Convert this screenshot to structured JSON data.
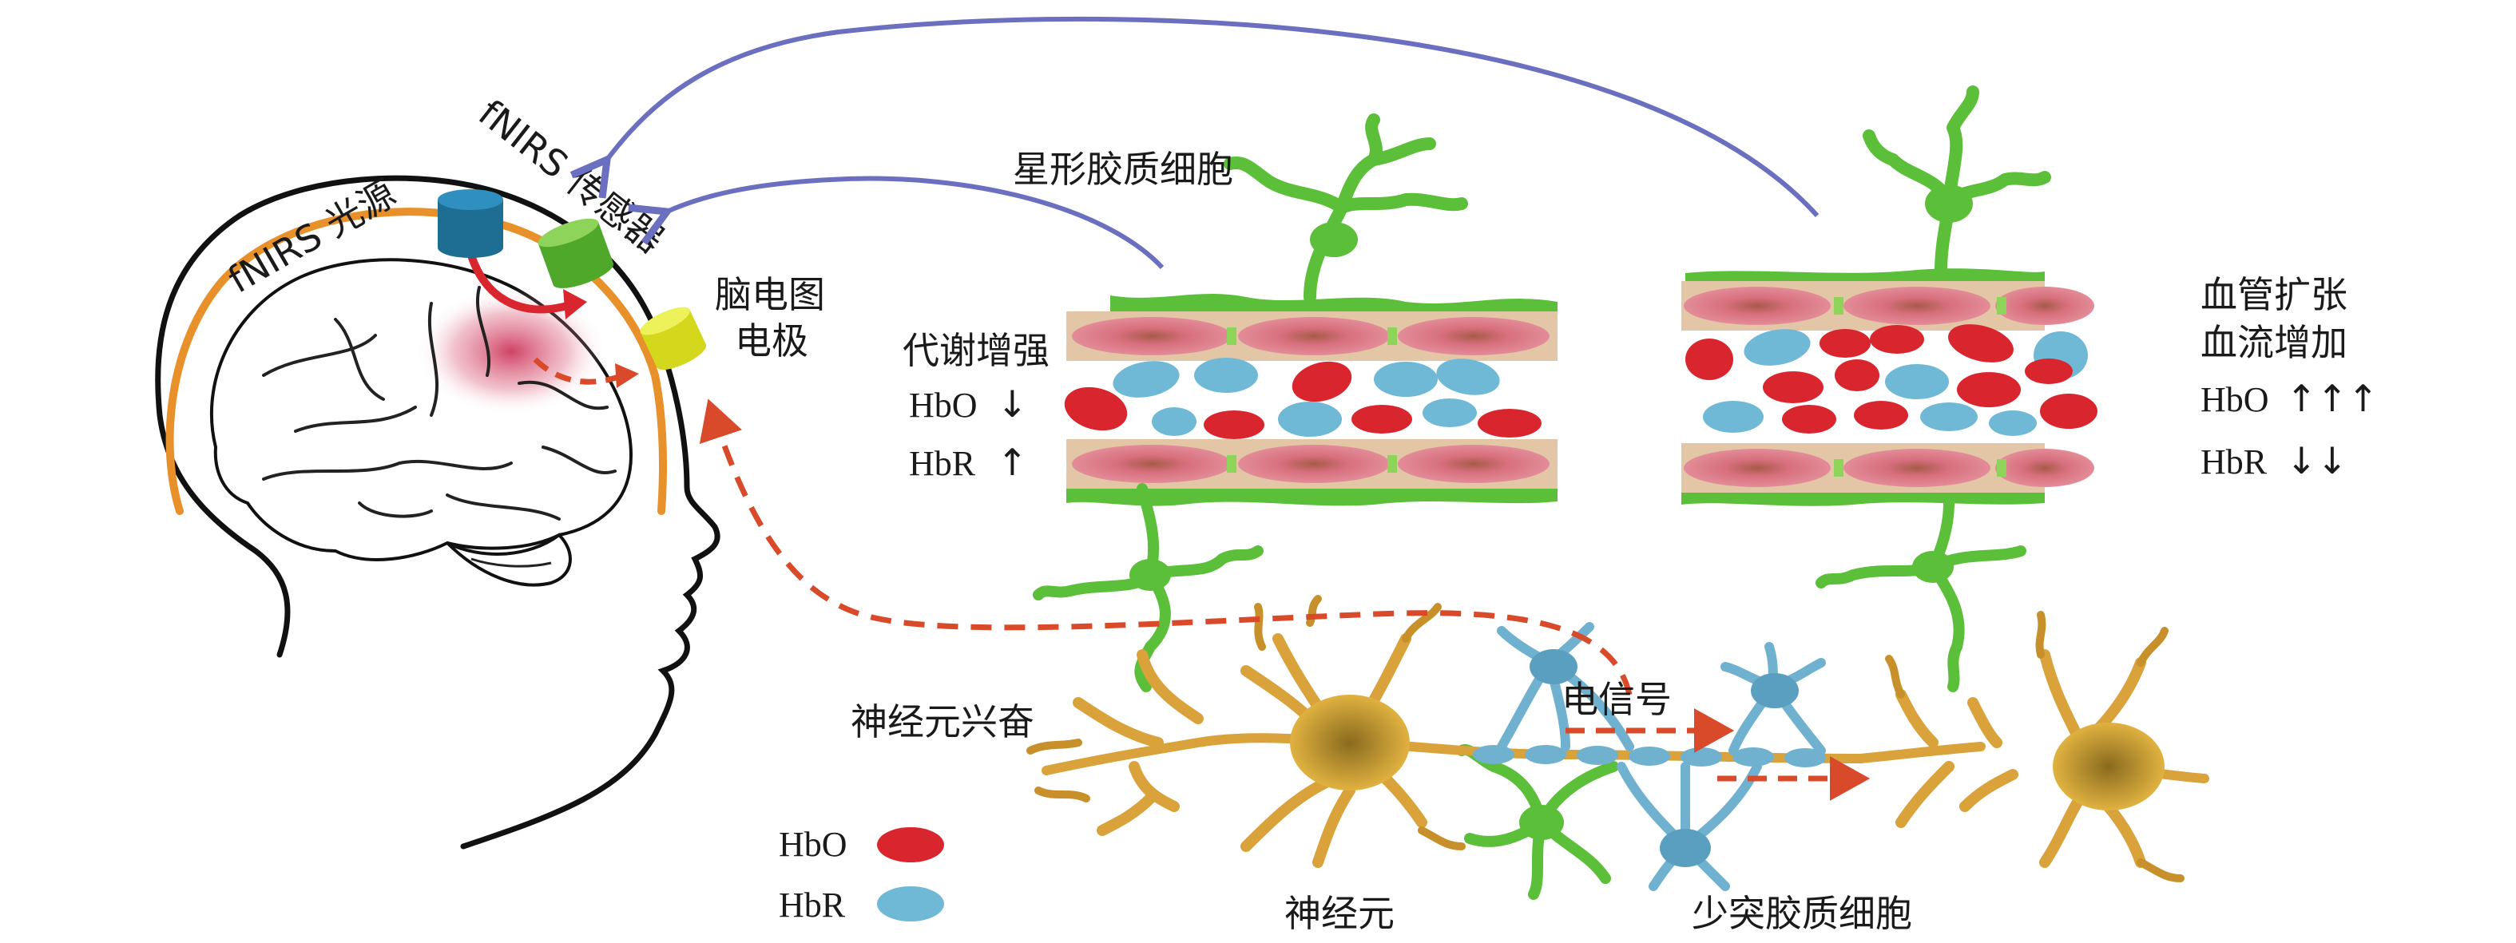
{
  "labels": {
    "light_source": "fNIRS 光源",
    "sensor": "fNIRS 传感器",
    "eeg_line1": "脑电图",
    "eeg_line2": "电极",
    "astrocyte": "星形胶质细胞",
    "metabolism": "代谢增强",
    "hbo_left": "HbO",
    "hbr_left": "HbR",
    "vasodilation": "血管扩张",
    "bloodflow": "血流增加",
    "hbo_right": "HbO",
    "hbr_right": "HbR",
    "neuron_excite": "神经元兴奋",
    "electric_signal": "电信号",
    "neuron": "神经元",
    "oligodendrocyte": "少突胶质细胞"
  },
  "legend": {
    "hbo": {
      "label": "HbO",
      "color": "#d9262e"
    },
    "hbr": {
      "label": "HbR",
      "color": "#6fb8d6"
    }
  },
  "arrows": {
    "hbo_left": "↓",
    "hbr_left": "↑",
    "hbo_right": "↑↑↑",
    "hbr_right": "↓↓"
  },
  "colors": {
    "blue_arrow": "#6b6fbf",
    "red_dash": "#d94a2b",
    "skull": "#e8902a",
    "astro_green": "#5bbf3a",
    "neuron_gold": "#d9a23a",
    "oligo_blue": "#6fb1cf",
    "vessel_wall": "#e3c6a6",
    "vessel_cell": "#d96c7c"
  }
}
